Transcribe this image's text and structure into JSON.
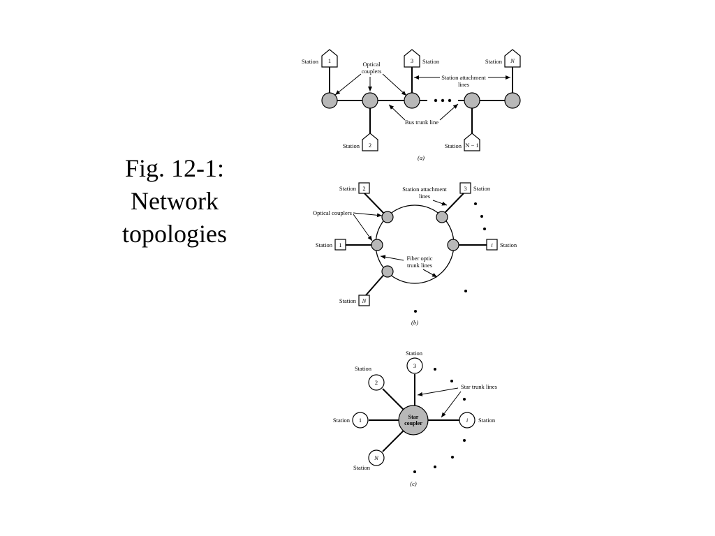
{
  "title": {
    "line1": "Fig. 12-1:",
    "line2": "Network",
    "line3": "topologies"
  },
  "bus": {
    "caption": "(a)",
    "station_word": "Station",
    "stations": [
      "1",
      "2",
      "3",
      "N",
      "N − 1"
    ],
    "optical_couplers": "Optical couplers",
    "attachment_lines": "Station attachment lines",
    "trunk_line": "Bus trunk line"
  },
  "ring": {
    "caption": "(b)",
    "station_word": "Station",
    "stations": [
      "1",
      "2",
      "3",
      "i",
      "N"
    ],
    "optical_couplers": "Optical couplers",
    "attachment_lines": "Station attachment lines",
    "trunk_lines": "Fiber optic trunk lines"
  },
  "star": {
    "caption": "(c)",
    "station_word": "Station",
    "stations": [
      "1",
      "2",
      "3",
      "i",
      "N"
    ],
    "coupler": "Star coupler",
    "trunk_lines": "Star trunk lines"
  }
}
